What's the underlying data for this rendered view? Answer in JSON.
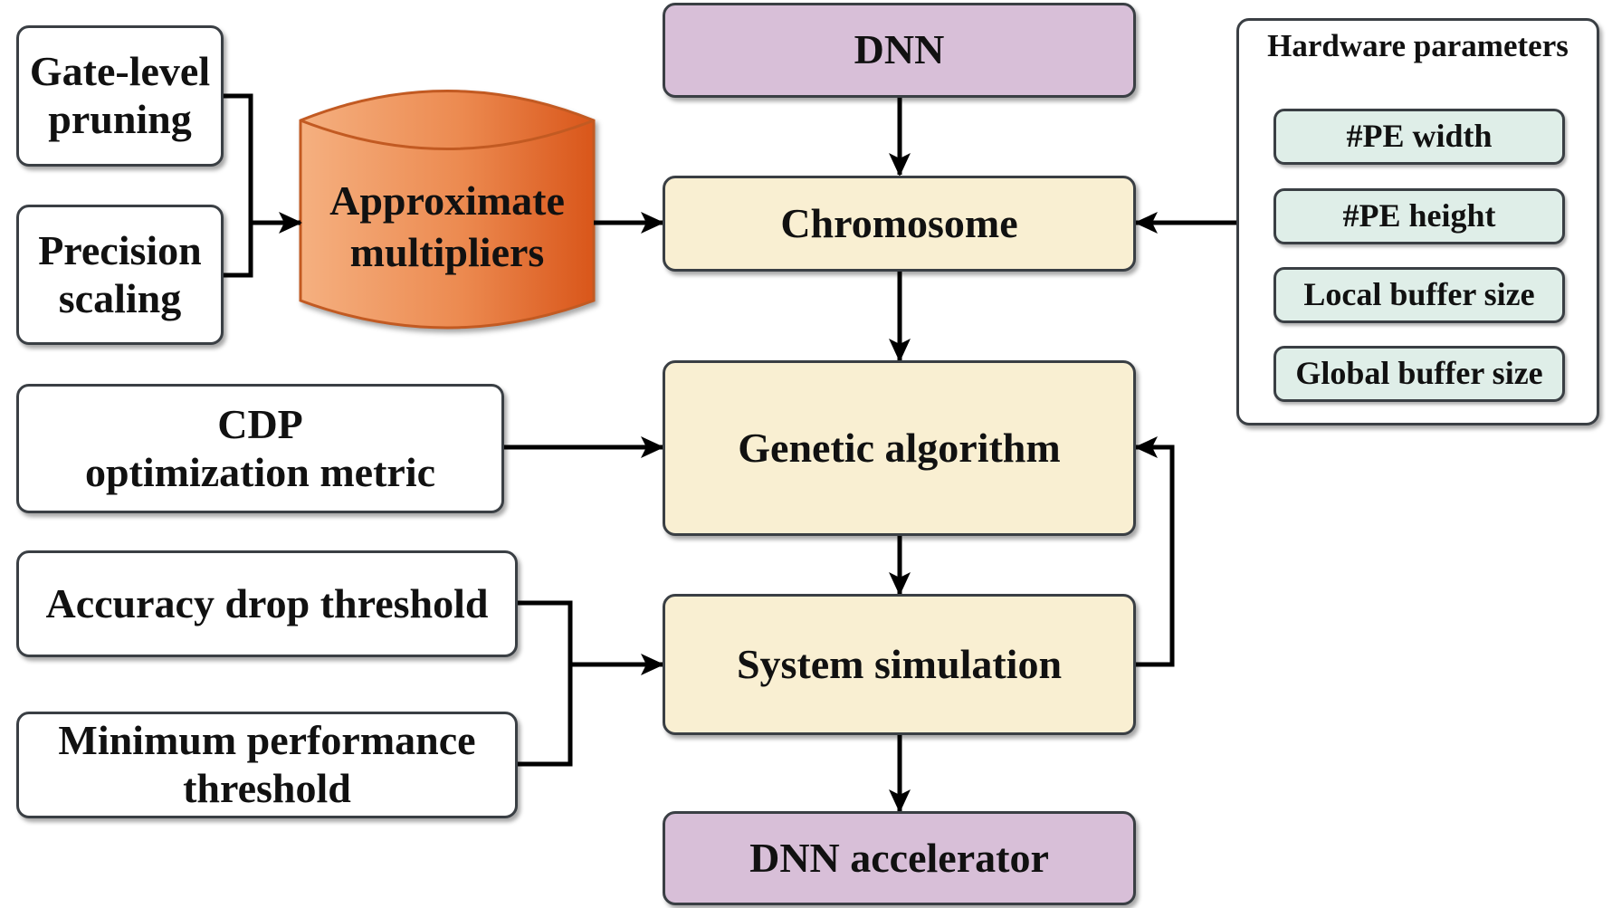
{
  "nodes": {
    "gate_level_pruning": "Gate-level pruning",
    "precision_scaling": "Precision scaling",
    "approximate_multipliers": "Approximate multipliers",
    "dnn": "DNN",
    "chromosome": "Chromosome",
    "cdp_metric_line1": "CDP",
    "cdp_metric_line2": "optimization metric",
    "genetic_algorithm": "Genetic algorithm",
    "accuracy_drop_threshold": "Accuracy drop threshold",
    "minimum_performance_threshold": "Minimum performance threshold",
    "system_simulation": "System simulation",
    "dnn_accelerator": "DNN accelerator"
  },
  "hardware_parameters": {
    "title": "Hardware parameters",
    "items": [
      "#PE width",
      "#PE height",
      "Local buffer size",
      "Global buffer size"
    ]
  },
  "colors": {
    "dnn_fill": "#d8bfd8",
    "process_fill": "#f9efd2",
    "hardware_item_fill": "#dfeee8",
    "cylinder_light": "#f5b080",
    "cylinder_dark": "#d9561a",
    "stroke": "#3a3f44"
  }
}
